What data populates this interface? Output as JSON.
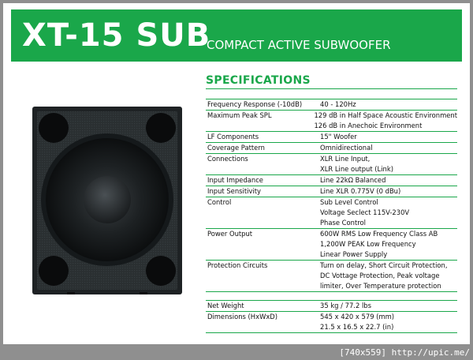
{
  "header": {
    "model": "XT-15 SUB",
    "subtitle": "COMPACT ACTIVE SUBWOOFER"
  },
  "specs": {
    "title": "SPECIFICATIONS",
    "rows": [
      {
        "label": "Frequency Response (-10dB)",
        "values": [
          "40 - 120Hz"
        ]
      },
      {
        "label": "Maximum Peak SPL",
        "values": [
          "129 dB in Half Space Acoustic Environment",
          "126 dB in Anechoic Environment"
        ]
      },
      {
        "label": "LF Components",
        "values": [
          "15\" Woofer"
        ]
      },
      {
        "label": "Coverage Pattern",
        "values": [
          "Omnidirectional"
        ]
      },
      {
        "label": "Connections",
        "values": [
          "XLR Line Input,",
          "XLR Line output (Link)"
        ]
      },
      {
        "label": "Input Impedance",
        "values": [
          "Line 22kΩ Balanced"
        ]
      },
      {
        "label": "Input Sensitivity",
        "values": [
          "Line XLR 0.775V (0 dBu)"
        ]
      },
      {
        "label": "Control",
        "values": [
          "Sub Level Control",
          "Voltage Seclect 115V-230V",
          "Phase Control"
        ]
      },
      {
        "label": "Power Output",
        "values": [
          "600W RMS Low Frequency Class AB",
          "1,200W PEAK Low Frequency",
          "Linear Power Supply"
        ]
      },
      {
        "label": "Protection Circuits",
        "values": [
          "Turn on delay, Short Circuit Protection,",
          "DC Vottage Protection, Peak voltage",
          "limiter, Over Temperature protection"
        ]
      },
      {
        "label": "Net Weight",
        "values": [
          "35 kg / 77.2 lbs"
        ],
        "gap": true
      },
      {
        "label": "Dimensions (HxWxD)",
        "values": [
          "545 x 420 x 579 (mm)",
          "21.5 x 16.5 x 22.7 (in)"
        ]
      }
    ]
  },
  "footer": {
    "text": "[740x559] http://upic.me/"
  },
  "colors": {
    "brand_green": "#1aa74a",
    "page_bg": "#8f8f8f"
  }
}
